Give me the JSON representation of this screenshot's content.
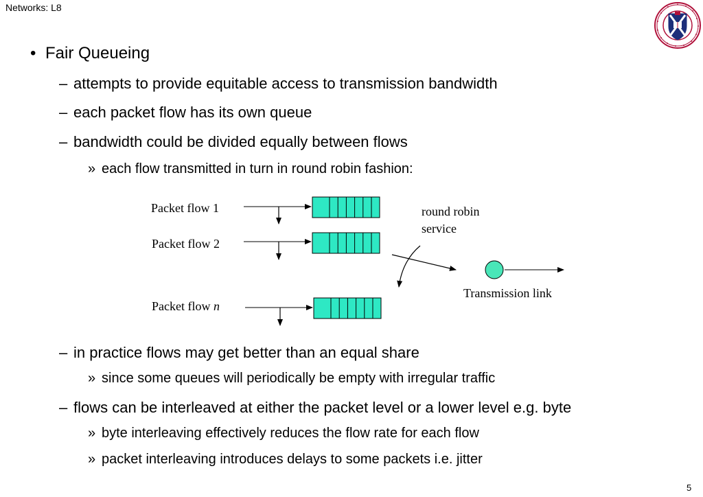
{
  "header": {
    "title": "Networks: L8"
  },
  "logo": {
    "ring_text": "THE UNIVERSITY OF EDINBURGH"
  },
  "bullets": {
    "b1": "Fair Queueing",
    "d1": "attempts to provide equitable access to transmission bandwidth",
    "d2": "each packet flow has its own queue",
    "d3": "bandwidth could be divided equally between flows",
    "s1": "each flow transmitted in turn in round robin fashion:",
    "d4": "in practice flows may get better than an equal share",
    "s2": "since some queues will periodically be empty with irregular traffic",
    "d5": "flows can be interleaved at either the packet level or a lower level e.g. byte",
    "s3": "byte interleaving effectively reduces the flow rate for each flow",
    "s4": "packet interleaving introduces delays to some packets i.e. jitter"
  },
  "markers": {
    "bullet": "•",
    "dash": "–",
    "guillemet": "»"
  },
  "diagram": {
    "flow1": "Packet flow 1",
    "flow2": "Packet flow 2",
    "flown_prefix": "Packet flow ",
    "flown_var": "n",
    "rr_line1": "round robin",
    "rr_line2": "service",
    "link_label": "Transmission link",
    "queue_color": "#2ee8c4",
    "server_color": "#49e6b8"
  },
  "footer": {
    "page": "5"
  }
}
